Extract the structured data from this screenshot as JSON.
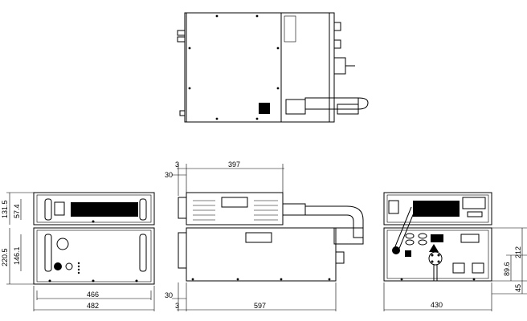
{
  "dimensions": {
    "front_width_inner": "466",
    "front_width_outer": "482",
    "front_height_upper": "131.5",
    "front_height_upper_inner": "57.4",
    "front_height_lower": "220.5",
    "front_height_lower_inner": "146.1",
    "side_offset_top": "3",
    "side_offset_top_2": "30",
    "side_length_top": "397",
    "side_offset_bottom": "30",
    "side_offset_bottom_2": "3",
    "side_length_bottom": "597",
    "rear_width": "430",
    "rear_height": "212",
    "rear_height_inner": "89.6",
    "rear_height_small": "45"
  }
}
